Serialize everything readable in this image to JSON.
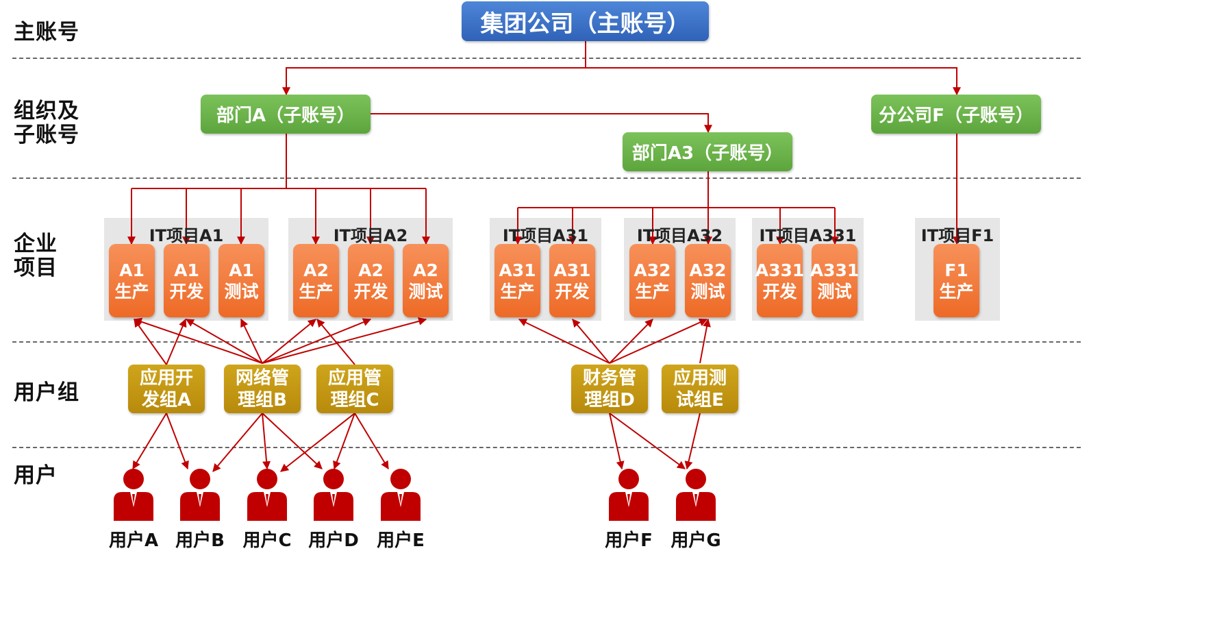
{
  "tiers": {
    "master": "主账号",
    "org_line1": "组织及",
    "org_line2": "子账号",
    "project_line1": "企业",
    "project_line2": "项目",
    "group": "用户组",
    "user": "用户"
  },
  "root": {
    "label": "集团公司（主账号）"
  },
  "subaccounts": {
    "dept_a": "部门A（子账号）",
    "dept_a3": "部门A3（子账号）",
    "branch_f": "分公司F（子账号）"
  },
  "projects": [
    {
      "title": "IT项目A1",
      "envs": [
        [
          "A1",
          "生产"
        ],
        [
          "A1",
          "开发"
        ],
        [
          "A1",
          "测试"
        ]
      ]
    },
    {
      "title": "IT项目A2",
      "envs": [
        [
          "A2",
          "生产"
        ],
        [
          "A2",
          "开发"
        ],
        [
          "A2",
          "测试"
        ]
      ]
    },
    {
      "title": "IT项目A31",
      "envs": [
        [
          "A31",
          "生产"
        ],
        [
          "A31",
          "开发"
        ]
      ]
    },
    {
      "title": "IT项目A32",
      "envs": [
        [
          "A32",
          "生产"
        ],
        [
          "A32",
          "测试"
        ]
      ]
    },
    {
      "title": "IT项目A331",
      "envs": [
        [
          "A331",
          "开发"
        ],
        [
          "A331",
          "测试"
        ]
      ]
    },
    {
      "title": "IT项目F1",
      "envs": [
        [
          "F1",
          "生产"
        ]
      ]
    }
  ],
  "groups": [
    [
      "应用开",
      "发组A"
    ],
    [
      "网络管",
      "理组B"
    ],
    [
      "应用管",
      "理组C"
    ],
    [
      "财务管",
      "理组D"
    ],
    [
      "应用测",
      "试组E"
    ]
  ],
  "users": [
    "用户A",
    "用户B",
    "用户C",
    "用户D",
    "用户E",
    "用户F",
    "用户G"
  ],
  "colors": {
    "connector": "#c00000",
    "root": "#3a6fc8",
    "subaccount": "#6cb44a",
    "environment": "#f27a36",
    "group": "#c39712",
    "user": "#c00000"
  }
}
